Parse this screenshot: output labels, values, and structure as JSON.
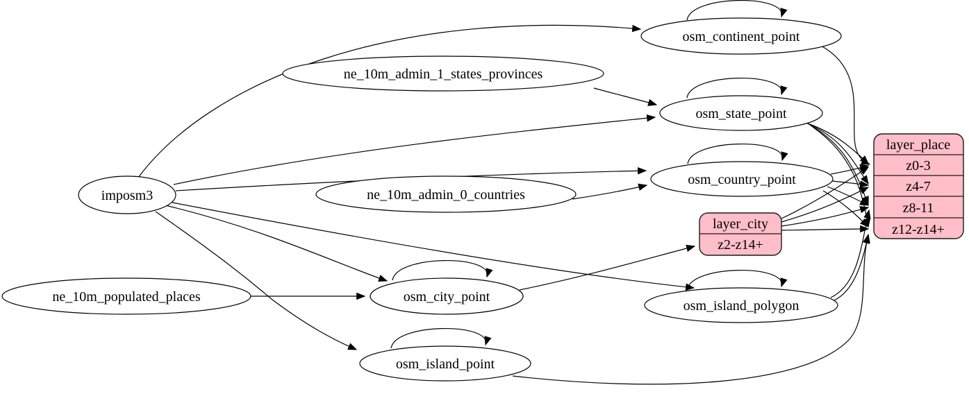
{
  "diagram": {
    "kind": "etl-graph",
    "colors": {
      "background": "#ffffff",
      "edge": "#000000",
      "ellipse_fill": "#ffffff",
      "record_fill": "#ffbec8"
    },
    "labels": {
      "imposm3": "imposm3",
      "ne_10m_admin_1_states_provinces": "ne_10m_admin_1_states_provinces",
      "ne_10m_admin_0_countries": "ne_10m_admin_0_countries",
      "ne_10m_populated_places": "ne_10m_populated_places",
      "osm_continent_point": "osm_continent_point",
      "osm_state_point": "osm_state_point",
      "osm_country_point": "osm_country_point",
      "osm_city_point": "osm_city_point",
      "osm_island_polygon": "osm_island_polygon",
      "osm_island_point": "osm_island_point"
    },
    "records": {
      "layer_city": {
        "title": "layer_city",
        "rows": [
          "z2-z14+"
        ]
      },
      "layer_place": {
        "title": "layer_place",
        "rows": [
          "z0-3",
          "z4-7",
          "z8-11",
          "z12-z14+"
        ]
      }
    },
    "edges": [
      {
        "from": "imposm3",
        "to": "osm_continent_point"
      },
      {
        "from": "imposm3",
        "to": "osm_state_point"
      },
      {
        "from": "imposm3",
        "to": "osm_country_point"
      },
      {
        "from": "imposm3",
        "to": "osm_city_point"
      },
      {
        "from": "imposm3",
        "to": "osm_island_polygon"
      },
      {
        "from": "imposm3",
        "to": "osm_island_point"
      },
      {
        "from": "ne_10m_admin_1_states_provinces",
        "to": "osm_state_point"
      },
      {
        "from": "ne_10m_admin_0_countries",
        "to": "osm_country_point"
      },
      {
        "from": "ne_10m_populated_places",
        "to": "osm_city_point"
      },
      {
        "from": "osm_continent_point",
        "to": "osm_continent_point"
      },
      {
        "from": "osm_state_point",
        "to": "osm_state_point"
      },
      {
        "from": "osm_country_point",
        "to": "osm_country_point"
      },
      {
        "from": "osm_city_point",
        "to": "osm_city_point"
      },
      {
        "from": "osm_island_polygon",
        "to": "osm_island_polygon"
      },
      {
        "from": "osm_island_point",
        "to": "osm_island_point"
      },
      {
        "from": "osm_continent_point",
        "to": "layer_place:z0-3"
      },
      {
        "from": "osm_state_point",
        "to": "layer_place:z0-3"
      },
      {
        "from": "osm_state_point",
        "to": "layer_place:z4-7"
      },
      {
        "from": "osm_state_point",
        "to": "layer_place:z8-11"
      },
      {
        "from": "osm_state_point",
        "to": "layer_place:z12-z14+"
      },
      {
        "from": "osm_country_point",
        "to": "layer_place:z0-3"
      },
      {
        "from": "osm_country_point",
        "to": "layer_place:z4-7"
      },
      {
        "from": "osm_country_point",
        "to": "layer_place:z8-11"
      },
      {
        "from": "osm_country_point",
        "to": "layer_place:z12-z14+"
      },
      {
        "from": "osm_city_point",
        "to": "layer_city:z2-z14+"
      },
      {
        "from": "layer_city",
        "to": "layer_place:z0-3"
      },
      {
        "from": "layer_city",
        "to": "layer_place:z4-7"
      },
      {
        "from": "layer_city",
        "to": "layer_place:z8-11"
      },
      {
        "from": "layer_city",
        "to": "layer_place:z12-z14+"
      },
      {
        "from": "osm_island_polygon",
        "to": "layer_place:z8-11"
      },
      {
        "from": "osm_island_polygon",
        "to": "layer_place:z12-z14+"
      },
      {
        "from": "osm_island_point",
        "to": "layer_place:z12-z14+"
      }
    ]
  }
}
